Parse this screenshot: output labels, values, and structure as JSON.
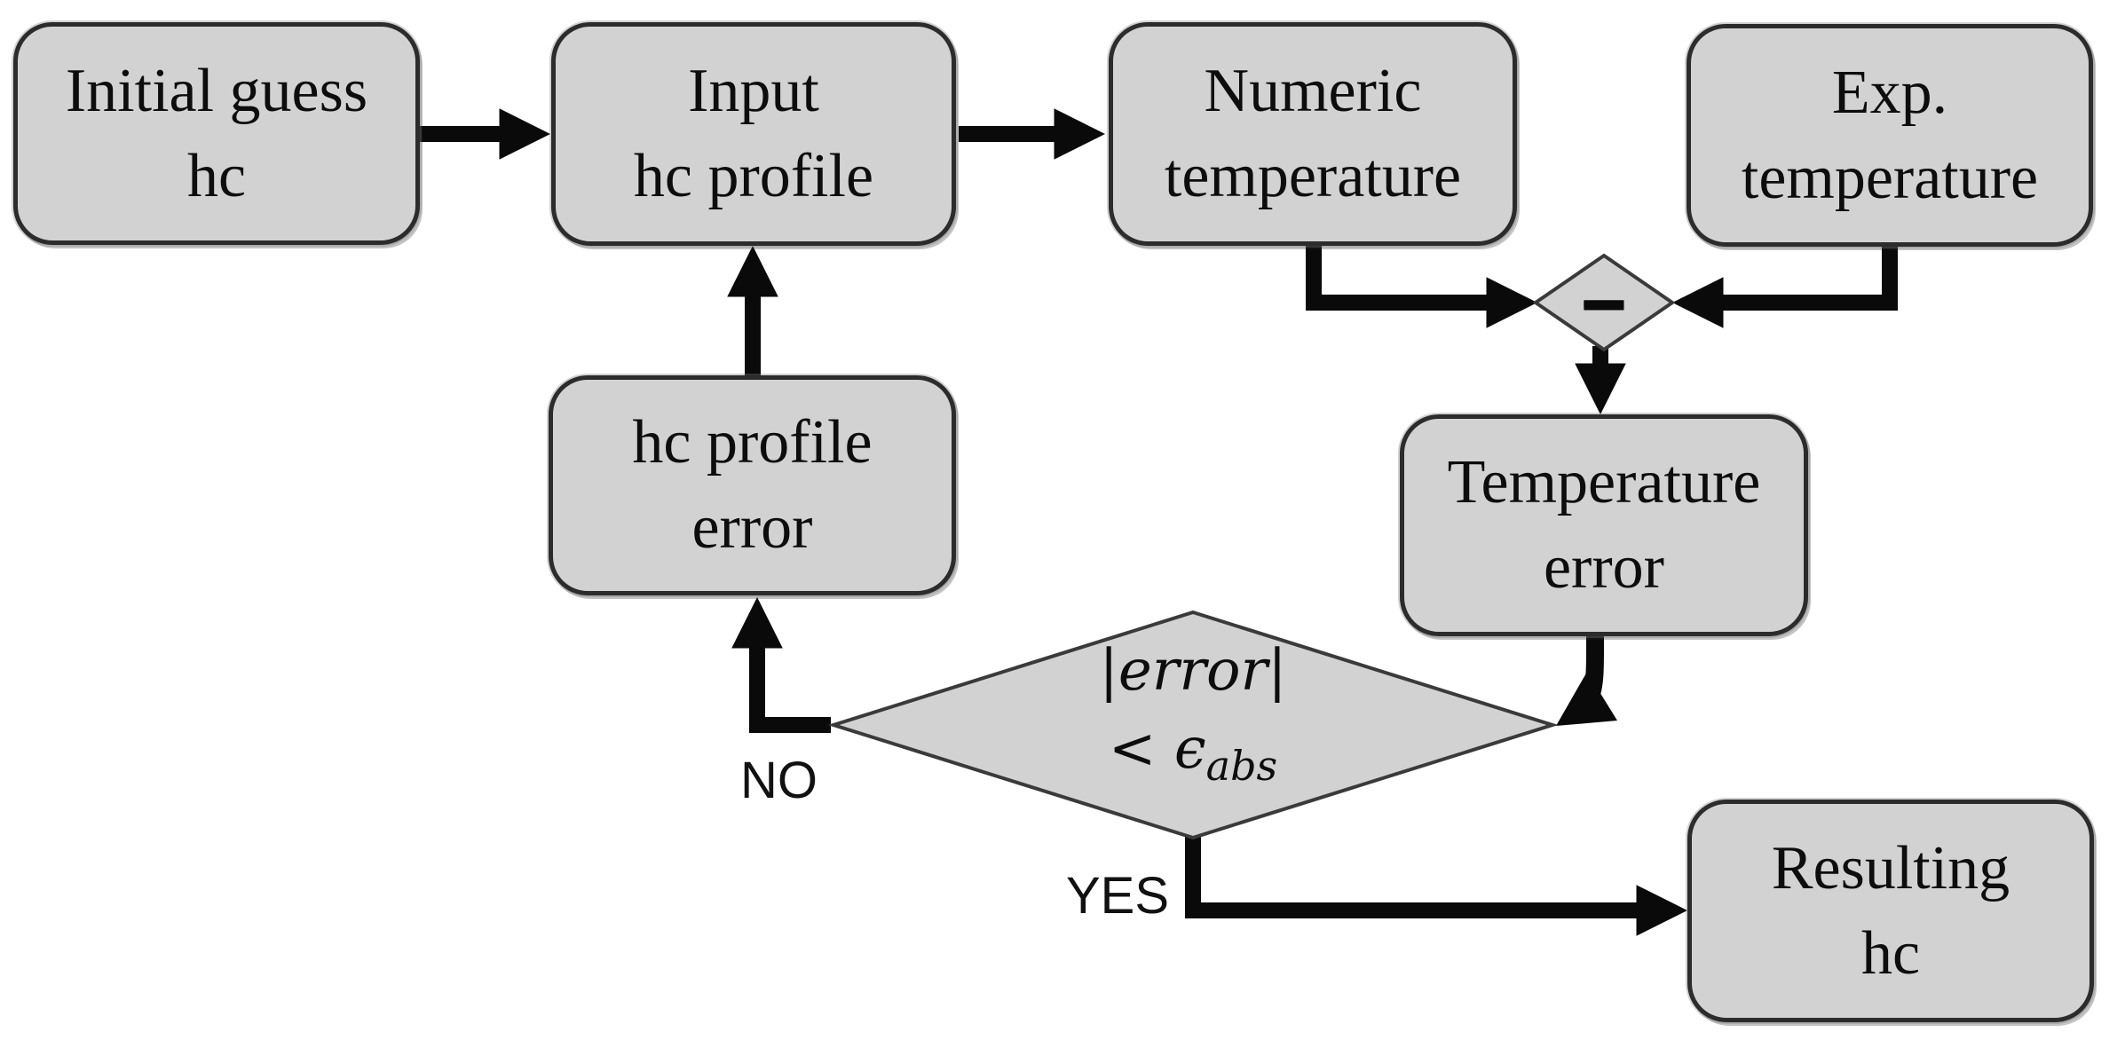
{
  "colors": {
    "background": "#ffffff",
    "node_fill": "#d2d2d2",
    "node_border": "#2c2c2c",
    "arrow": "#0a0a0a",
    "text": "#0d0d0d"
  },
  "nodes": {
    "initial_guess": {
      "label": "Initial guess\nhc"
    },
    "input_hc_profile": {
      "label": "Input\nhc profile"
    },
    "numeric_temperature": {
      "label": "Numeric\ntemperature"
    },
    "exp_temperature": {
      "label": "Exp.\ntemperature"
    },
    "hc_profile_error": {
      "label": "hc profile\nerror"
    },
    "temperature_error": {
      "label": "Temperature\nerror"
    },
    "resulting_hc": {
      "label": "Resulting\nhc"
    }
  },
  "operators": {
    "subtract": {
      "symbol": "−"
    }
  },
  "decision": {
    "line1": "|error|",
    "line2_prefix": "< ϵ",
    "line2_subscript": "abs"
  },
  "branch_labels": {
    "no": "NO",
    "yes": "YES"
  },
  "edges": [
    {
      "from": "initial_guess",
      "to": "input_hc_profile"
    },
    {
      "from": "input_hc_profile",
      "to": "numeric_temperature"
    },
    {
      "from": "numeric_temperature",
      "to": "subtract"
    },
    {
      "from": "exp_temperature",
      "to": "subtract"
    },
    {
      "from": "subtract",
      "to": "temperature_error"
    },
    {
      "from": "temperature_error",
      "to": "error_decision"
    },
    {
      "from": "error_decision",
      "to": "hc_profile_error",
      "label": "NO"
    },
    {
      "from": "hc_profile_error",
      "to": "input_hc_profile"
    },
    {
      "from": "error_decision",
      "to": "resulting_hc",
      "label": "YES"
    }
  ]
}
